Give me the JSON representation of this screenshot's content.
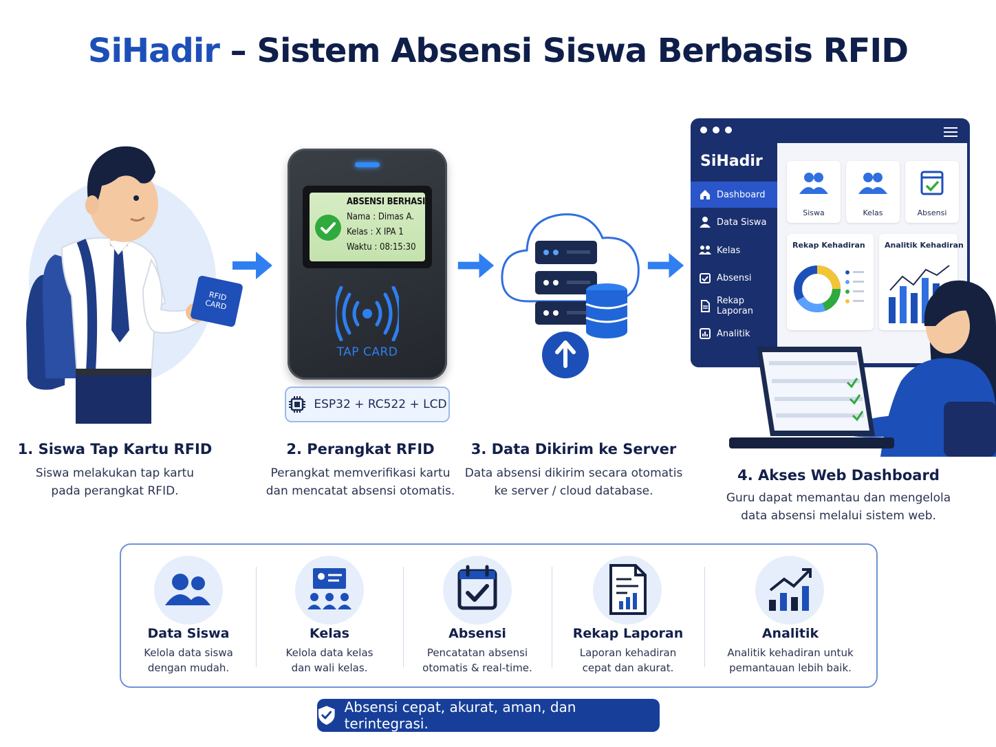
{
  "title": {
    "brand": "SiHadir",
    "rest": " – Sistem Absensi Siswa Berbasis RFID"
  },
  "steps": [
    {
      "title": "1.  Siswa Tap Kartu RFID",
      "desc1": "Siswa melakukan tap kartu",
      "desc2": "pada perangkat RFID."
    },
    {
      "title": "2. Perangkat RFID",
      "desc1": "Perangkat memverifikasi kartu",
      "desc2": "dan mencatat absensi otomatis."
    },
    {
      "title": "3. Data Dikirim ke Server",
      "desc1": "Data absensi dikirim secara otomatis",
      "desc2": "ke server / cloud database."
    },
    {
      "title": "4.  Akses Web Dashboard",
      "desc1": "Guru dapat memantau dan mengelola",
      "desc2": "data absensi melalui sistem web."
    }
  ],
  "card": {
    "line1": "RFID",
    "line2": "CARD"
  },
  "device": {
    "lcd_head": "ABSENSI BERHASIL",
    "row1": "Nama   :  Dimas A.",
    "row2": "Kelas   :  X IPA 1",
    "row3": "Waktu  :  08:15:30",
    "tap_label": "TAP CARD",
    "hardware": "ESP32 + RC522 + LCD"
  },
  "dashboard": {
    "brand": "SiHadir",
    "menu": [
      "Dashboard",
      "Data Siswa",
      "Kelas",
      "Absensi",
      "Rekap Laporan",
      "Analitik"
    ],
    "cards": [
      "Siswa",
      "Kelas",
      "Absensi"
    ],
    "panel_left": "Rekap Kehadiran",
    "panel_right": "Analitik Kehadiran"
  },
  "features": [
    {
      "title": "Data Siswa",
      "d1": "Kelola data siswa",
      "d2": "dengan mudah.",
      "icon": "users-icon"
    },
    {
      "title": "Kelas",
      "d1": "Kelola data kelas",
      "d2": "dan wali kelas.",
      "icon": "classroom-icon"
    },
    {
      "title": "Absensi",
      "d1": "Pencatatan absensi",
      "d2": "otomatis & real-time.",
      "icon": "calendar-check-icon"
    },
    {
      "title": "Rekap Laporan",
      "d1": "Laporan kehadiran",
      "d2": "cepat dan akurat.",
      "icon": "report-icon"
    },
    {
      "title": "Analitik",
      "d1": "Analitik kehadiran untuk",
      "d2": "pemantauan lebih baik.",
      "icon": "analytics-icon"
    }
  ],
  "footer": "Absensi cepat, akurat, aman, dan terintegrasi.",
  "colors": {
    "brand": "#1d4fb8",
    "navy": "#173f9a",
    "accent": "#2f7ff0",
    "success": "#2faa3c"
  }
}
